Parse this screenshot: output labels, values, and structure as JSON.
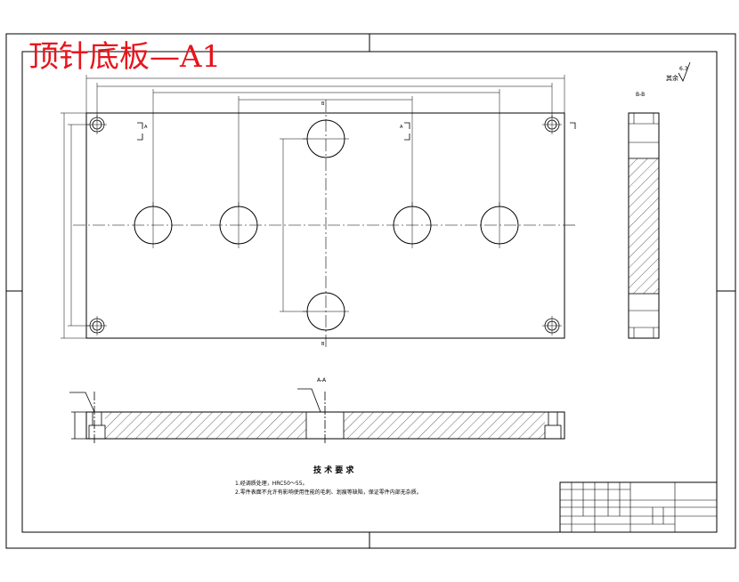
{
  "title": "顶针底板—A1",
  "colors": {
    "title": "#e8141c",
    "line": "#000000",
    "background": "#ffffff"
  },
  "views": {
    "front": {
      "center_mark_top": "B",
      "center_mark_bottom": "B",
      "section_mark_left": "A",
      "section_mark_right": "A"
    },
    "side": {
      "label": "B-B"
    },
    "section": {
      "label": "A-A"
    }
  },
  "roughness": {
    "prefix": "其余",
    "value": "6.3"
  },
  "tech_requirements": {
    "heading": "技 术 要 求",
    "items": [
      "1.经调质处理，HRC50～55。",
      "2.零件表面不允许有影响使用性能的毛刺、划痕等缺陷，保证零件内部无杂质。"
    ]
  }
}
